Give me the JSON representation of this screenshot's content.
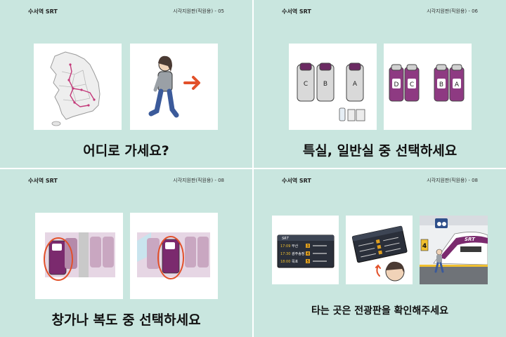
{
  "panels": [
    {
      "brand": "수서역 SRT",
      "page_label": "시각지원판(직원용) - 05",
      "caption": "어디로 가세요?",
      "cards": [
        "korea-map",
        "walking-person"
      ]
    },
    {
      "brand": "수서역 SRT",
      "page_label": "시각지원판(직원용) - 06",
      "caption": "특실, 일반실 중 선택하세요",
      "seat_letters_first": [
        "C",
        "B",
        "A"
      ],
      "seat_letters_special": [
        "D",
        "C",
        "B",
        "A"
      ],
      "cards": [
        "first-class-seats",
        "standard-seats"
      ]
    },
    {
      "brand": "수서역 SRT",
      "page_label": "시각지원판(직원용) - 08",
      "caption": "창가나 복도 중 선택하세요",
      "cards": [
        "window-seat",
        "aisle-seat"
      ]
    },
    {
      "brand": "수서역 SRT",
      "page_label": "시각지원판(직원용) - 08",
      "caption": "타는 곳은 전광판을 확인해주세요",
      "board": {
        "logo": "SRT",
        "rows": [
          {
            "time": "17:09",
            "dest": "부산",
            "platform": "3"
          },
          {
            "time": "17:30",
            "dest": "광주송정",
            "platform": "4"
          },
          {
            "time": "18:00",
            "dest": "목포",
            "platform": "5"
          }
        ]
      },
      "platform_number": "4",
      "train_logo": "SRT",
      "cards": [
        "departure-board",
        "person-looking-board",
        "train-platform"
      ]
    }
  ],
  "colors": {
    "panel_bg": "#c9e6df",
    "accent_purple": "#7b2a6e",
    "accent_red": "#e2512a",
    "board_bg": "#2a2f3a"
  }
}
